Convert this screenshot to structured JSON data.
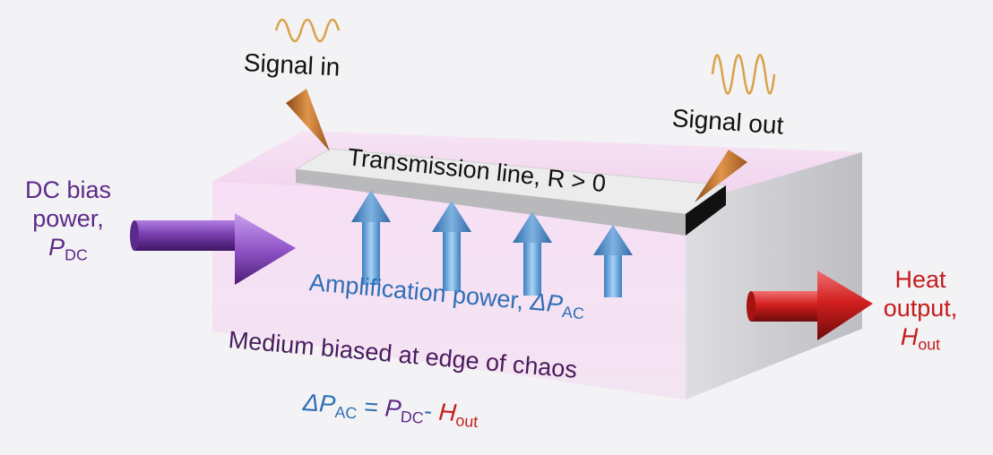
{
  "labels": {
    "signal_in": "Signal in",
    "signal_out": "Signal out",
    "transmission_line": "Transmission line, R > 0",
    "dc_bias_line1": "DC bias",
    "dc_bias_line2": "power,",
    "dc_symbol": "P",
    "dc_sub": "DC",
    "amp_text": "Amplification power, ",
    "amp_symbol": "ΔP",
    "amp_sub": "AC",
    "heat_line1": "Heat",
    "heat_line2": "output,",
    "heat_symbol": "H",
    "heat_sub": "out",
    "medium": "Medium biased at edge of chaos",
    "eq_lhs": "ΔP",
    "eq_lhs_sub": "AC",
    "eq_equals": " = ",
    "eq_p": "P",
    "eq_p_sub": "DC",
    "eq_minus": "- ",
    "eq_h": "H",
    "eq_h_sub": "out"
  },
  "colors": {
    "dc_arrow": "#7b3fb0",
    "amplification_arrow": "#5b9bd5",
    "heat_arrow": "#d21f1f",
    "probe": "#c8742a",
    "medium_top": "#f4d6f0",
    "medium_side": "#c9c9cd",
    "transmission_line": "#ececec"
  }
}
